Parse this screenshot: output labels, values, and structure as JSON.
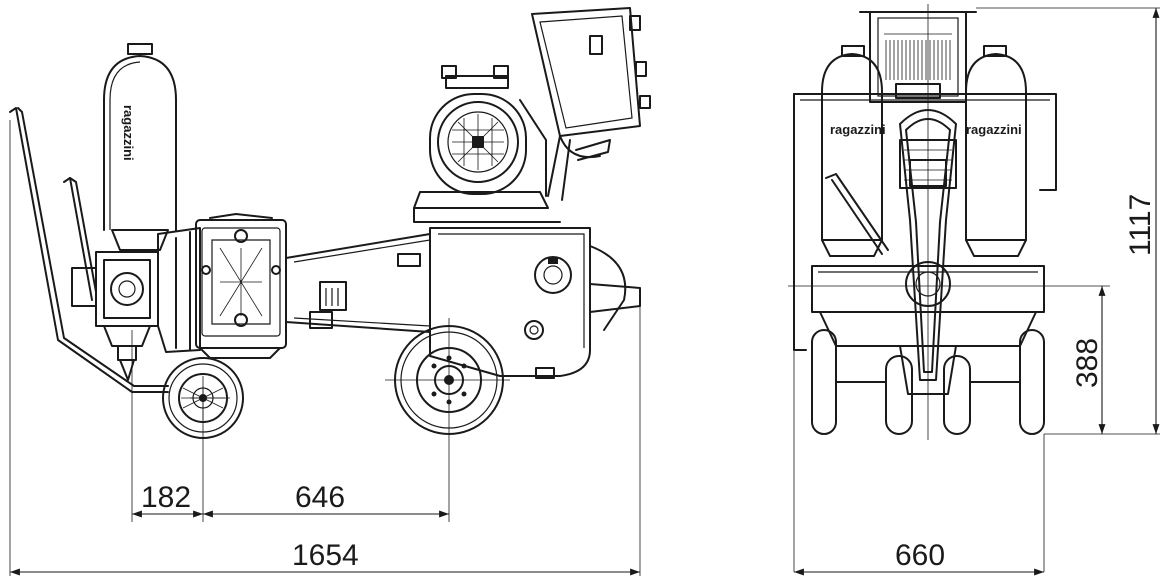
{
  "dimensions": {
    "side_total": "1654",
    "side_rear": "182",
    "side_wheelbase": "646",
    "front_width": "660",
    "front_axle_height": "388",
    "front_total_height": "1117"
  },
  "brand_text": "ragazzini",
  "colors": {
    "line": "#1a1a1a",
    "background": "#ffffff"
  },
  "icons": [
    "motor-fan-icon",
    "wheel-icon",
    "pressure-gauge-icon",
    "control-box-icon"
  ]
}
